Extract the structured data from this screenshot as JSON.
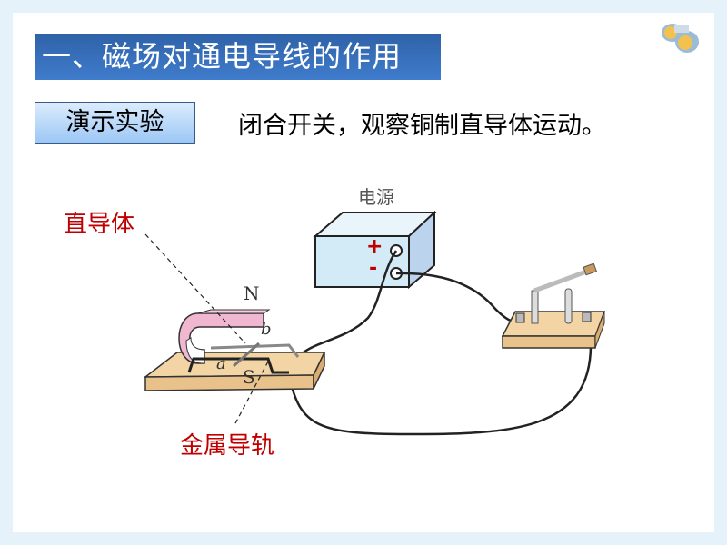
{
  "title": "一、磁场对通电导线的作用",
  "demo_label": "演示实验",
  "instruction": "闭合开关，观察铜制直导体运动。",
  "diagram": {
    "power_label": "电源",
    "plus": "+",
    "minus": "-",
    "north": "N",
    "south": "S",
    "a": "a",
    "b": "b",
    "conductor_label": "直导体",
    "rail_label": "金属导轨"
  },
  "colors": {
    "title_bg": "#3a72bf",
    "label_red": "#c00000"
  }
}
